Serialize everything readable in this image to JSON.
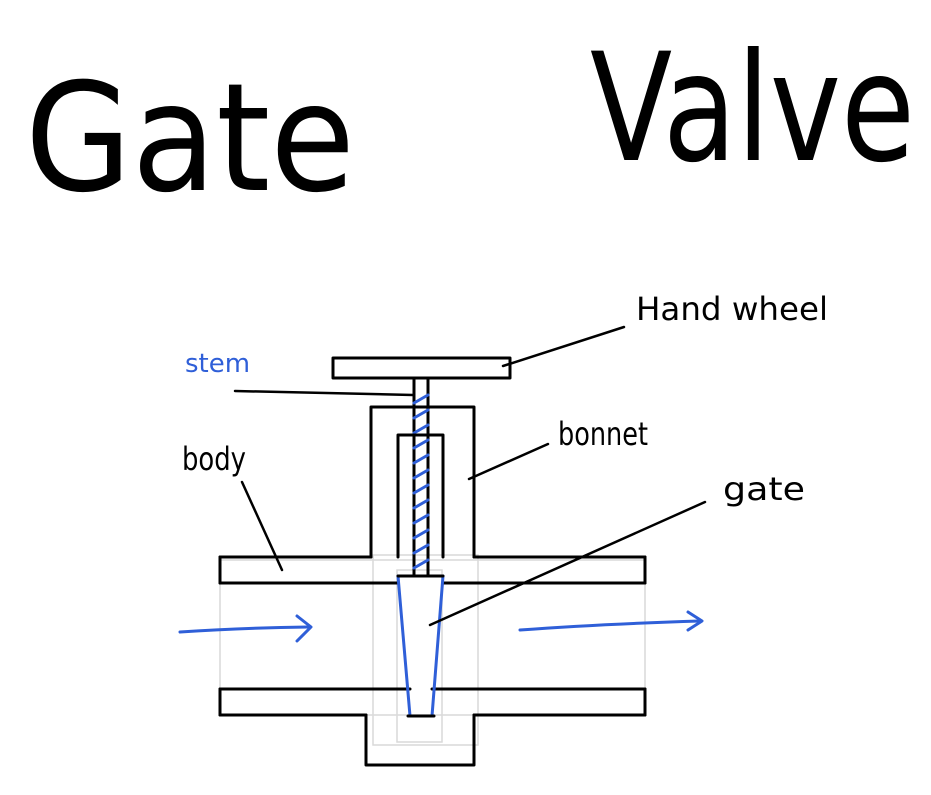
{
  "title": {
    "word1": "Gate",
    "word2": "Valve"
  },
  "labels": {
    "hand_wheel": "Hand wheel",
    "stem": "stem",
    "bonnet": "bonnet",
    "body": "body",
    "gate": "gate"
  },
  "colors": {
    "ink": "#000000",
    "accent_blue": "#2f5fd8",
    "faint_gray": "#d9d9d9"
  }
}
